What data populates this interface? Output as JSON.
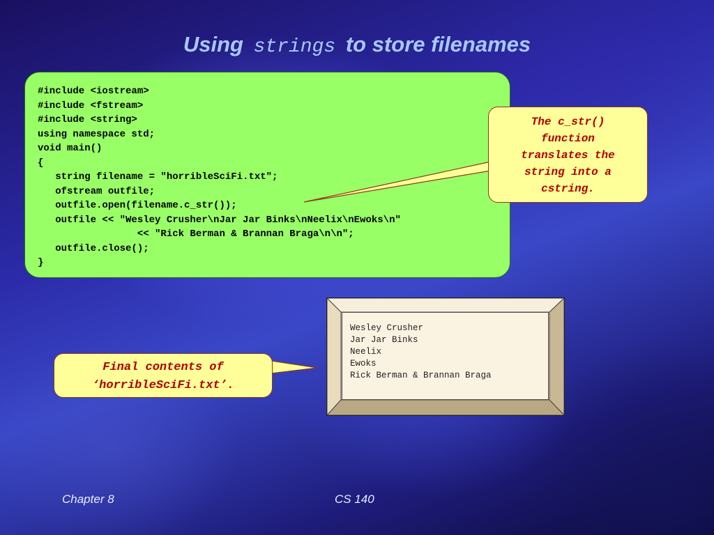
{
  "title": {
    "prefix": "Using",
    "code": "strings",
    "suffix": "to store filenames"
  },
  "code_lines": [
    "#include <iostream>",
    "#include <fstream>",
    "#include <string>",
    "using namespace std;",
    "void main()",
    "{",
    "   string filename = \"horribleSciFi.txt\";",
    "   ofstream outfile;",
    "   outfile.open(filename.c_str());",
    "   outfile << \"Wesley Crusher\\nJar Jar Binks\\nNeelix\\nEwoks\\n\"",
    "                 << \"Rick Berman & Brannan Braga\\n\\n\";",
    "   outfile.close();",
    "}"
  ],
  "callout_cstr": {
    "lines": [
      "The c_str()",
      "function",
      "translates the",
      "string into a",
      "cstring."
    ]
  },
  "callout_final": {
    "lines": [
      "Final contents of",
      "‘horribleSciFi.txt’."
    ]
  },
  "file_contents": [
    "Wesley Crusher",
    "Jar Jar Binks",
    "Neelix",
    "Ewoks",
    "Rick Berman & Brannan Braga"
  ],
  "footer": {
    "left": "Chapter 8",
    "center": "CS 140"
  },
  "colors": {
    "code_box": "#99ff66",
    "callout_bg": "#ffff99",
    "callout_text": "#b00000",
    "title": "#a9c8ff",
    "file_bg": "#fbf3e1"
  }
}
